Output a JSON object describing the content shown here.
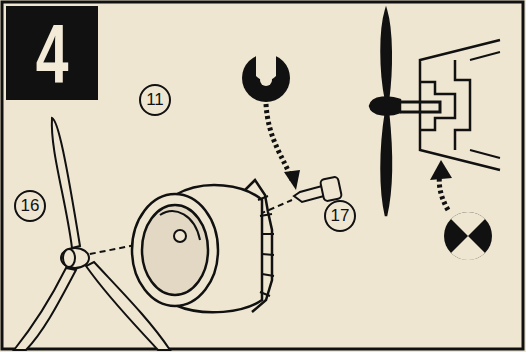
{
  "diagram": {
    "title": "4",
    "labels": [
      "11",
      "16",
      "17"
    ]
  }
}
